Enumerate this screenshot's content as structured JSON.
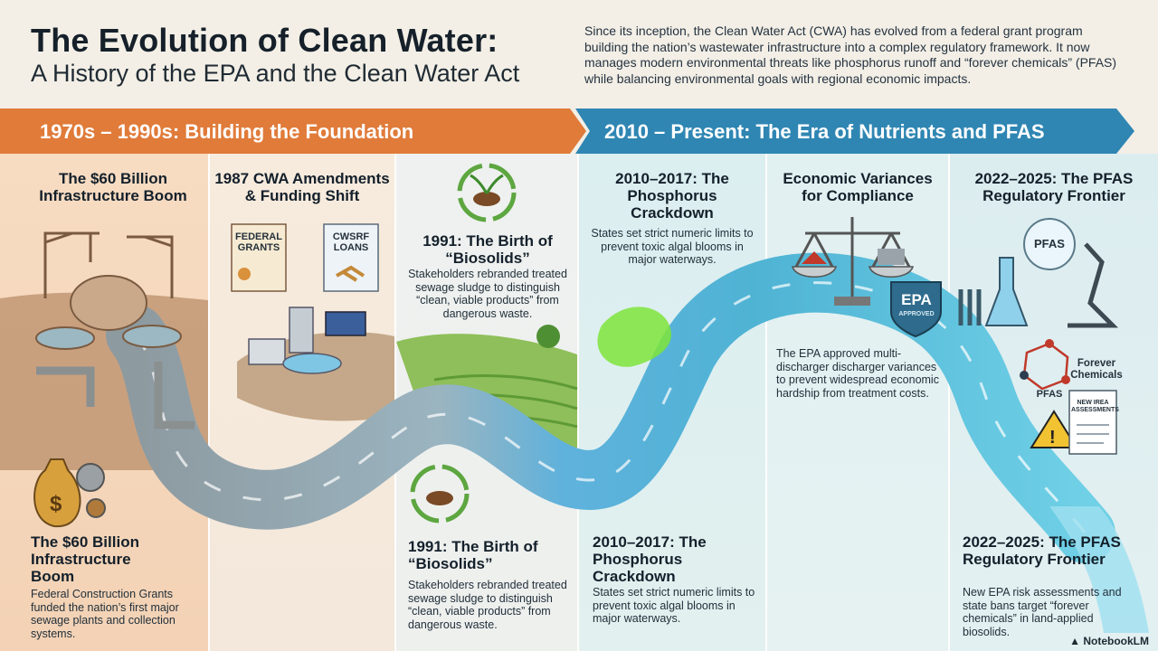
{
  "header": {
    "title": "The Evolution of Clean Water:",
    "subtitle": "A History of the EPA and the Clean Water Act",
    "intro": "Since its inception, the Clean Water Act (CWA) has evolved from a federal grant program building the nation’s wastewater infrastructure into a complex regulatory framework. It now manages modern environmental threats like phosphorus runoff and “forever chemicals” (PFAS) while balancing environmental goals with regional economic impacts."
  },
  "eras": [
    {
      "label": "1970s – 1990s: Building the Foundation",
      "color": "#e07b3a"
    },
    {
      "label": "2010 – Present: The Era of Nutrients and PFAS",
      "color": "#2f86b3"
    }
  ],
  "columns": {
    "infrastructure": {
      "heading": "The $60 Billion Infrastructure Boom",
      "bottom_heading": "The $60 Billion Infrastructure Boom",
      "bottom_text": "Federal Construction Grants funded the nation’s first major sewage plants and collection systems."
    },
    "amendments": {
      "heading": "1987 CWA Amendments & Funding Shift",
      "doc1": "FEDERAL GRANTS",
      "doc2": "CWSRF LOANS"
    },
    "biosolids": {
      "heading": "1991: The Birth of “Biosolids”",
      "text": "Stakeholders rebranded treated sewage sludge to distinguish “clean, viable products” from dangerous waste.",
      "bottom_heading": "1991: The Birth of “Biosolids”",
      "bottom_text": "Stakeholders rebranded treated sewage sludge to distinguish “clean, viable products” from dangerous waste."
    },
    "phosphorus": {
      "heading": "2010–2017: The Phosphorus Crackdown",
      "text": "States set strict numeric limits to prevent toxic algal blooms in major waterways.",
      "bottom_heading": "2010–2017: The Phosphorus Crackdown",
      "bottom_text": "States set strict numeric limits to prevent toxic algal blooms in major waterways."
    },
    "variances": {
      "heading": "Economic Variances for Compliance",
      "shield": "EPA",
      "shield_sub": "APPROVED",
      "text": "The EPA approved multi-discharger discharger variances to prevent widespread economic hardship from treatment costs."
    },
    "pfas": {
      "heading": "2022–2025: The PFAS Regulatory Frontier",
      "bubble": "PFAS",
      "molecule": "PFAS",
      "forever": "Forever Chemicals",
      "doc": "NEW IREA ASSESSMENTS",
      "bottom_heading": "2022–2025: The PFAS Regulatory Frontier",
      "bottom_text": "New EPA risk assessments and state bans target “forever chemicals” in land-applied biosolids."
    }
  },
  "brand": "NotebookLM"
}
